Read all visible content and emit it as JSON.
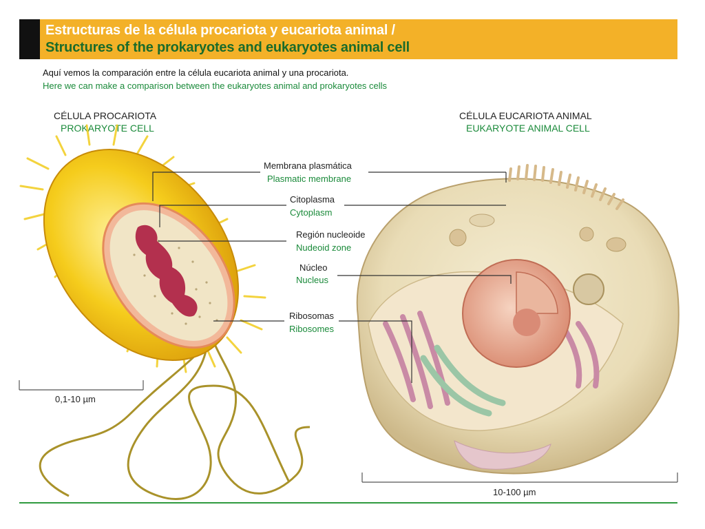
{
  "header": {
    "title_es": "Estructuras de la célula procariota y eucariota animal /",
    "title_en": "Structures of the prokaryotes and eukaryotes animal cell"
  },
  "intro": {
    "es": "Aquí vemos la comparación entre la célula eucariota animal y una procariota.",
    "en": "Here we can make a comparison between the eukaryotes animal and prokaryotes cells"
  },
  "prokaryote": {
    "title_es": "CÉLULA PROCARIOTA",
    "title_en": "PROKARYOTE CELL",
    "scale": "0,1-10 µm"
  },
  "eukaryote": {
    "title_es": "CÉLULA EUCARIOTA ANIMAL",
    "title_en": "EUKARYOTE ANIMAL CELL",
    "scale": "10-100 µm"
  },
  "labels": [
    {
      "es": "Membrana plasmática",
      "en": "Plasmatic membrane"
    },
    {
      "es": "Citoplasma",
      "en": "Cytoplasm"
    },
    {
      "es": "Región nucleoide",
      "en": "Nudeoid zone"
    },
    {
      "es": "Núcleo",
      "en": "Nucleus"
    },
    {
      "es": "Ribosomas",
      "en": "Ribosomes"
    }
  ],
  "colors": {
    "header_band": "#f3b128",
    "accent_green": "#1a8a3a",
    "bacterium_yellow": "#f5cc1c",
    "nucleoid": "#b3304e",
    "eukaryote_body": "#e9dcb6",
    "nucleus": "#e2a58e",
    "golgi": "#c98aa5",
    "er_green": "#9bc6a6"
  }
}
